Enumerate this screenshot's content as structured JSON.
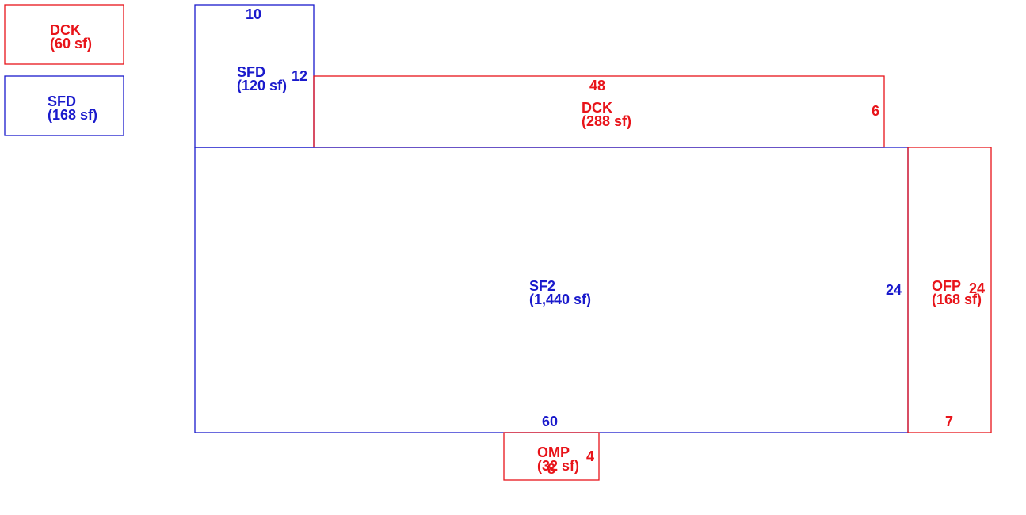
{
  "colors": {
    "deck": "#e8141a",
    "living": "#1a1acc"
  },
  "legend": {
    "dck": {
      "code": "DCK",
      "area": "(60 sf)"
    },
    "sfd": {
      "code": "SFD",
      "area": "(168 sf)"
    }
  },
  "areas": {
    "sfd_top": {
      "code": "SFD",
      "area": "(120 sf)",
      "dim_top": "10",
      "dim_right": "12"
    },
    "dck_main": {
      "code": "DCK",
      "area": "(288 sf)",
      "dim_top": "48",
      "dim_right": "6"
    },
    "sf2": {
      "code": "SF2",
      "area": "(1,440 sf)",
      "dim_bottom": "60",
      "dim_right": "24"
    },
    "ofp": {
      "code": "OFP",
      "area": "(168 sf)",
      "dim_right": "24",
      "dim_bottom": "7"
    },
    "omp": {
      "code": "OMP",
      "area": "(32 sf)",
      "dim_right": "4",
      "dim_bottom": "8"
    }
  }
}
